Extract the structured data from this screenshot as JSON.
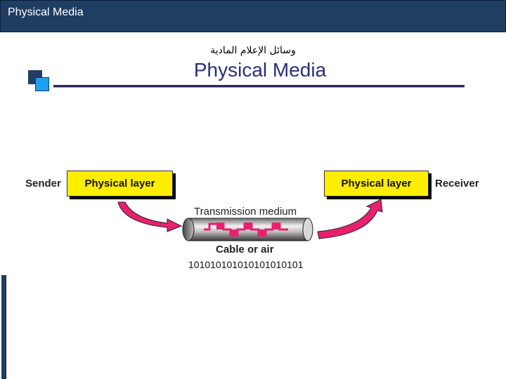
{
  "header": {
    "title": "Physical Media"
  },
  "slide": {
    "arabic_title": "وسائل الإعلام المادية",
    "title": "Physical Media"
  },
  "diagram": {
    "sender_label": "Sender",
    "receiver_label": "Receiver",
    "sender_box": "Physical layer",
    "receiver_box": "Physical layer",
    "medium_label": "Transmission medium",
    "cable_label": "Cable or air",
    "bits": "101010101010101010101",
    "colors": {
      "box_fill": "#ffee00",
      "arrow_fill": "#e8206e",
      "signal": "#e8206e",
      "title": "#2a2f7a",
      "header_bg": "#1f3e62"
    },
    "icons": [
      "curved-arrow-icon",
      "cable-icon",
      "square-wave-icon"
    ]
  }
}
